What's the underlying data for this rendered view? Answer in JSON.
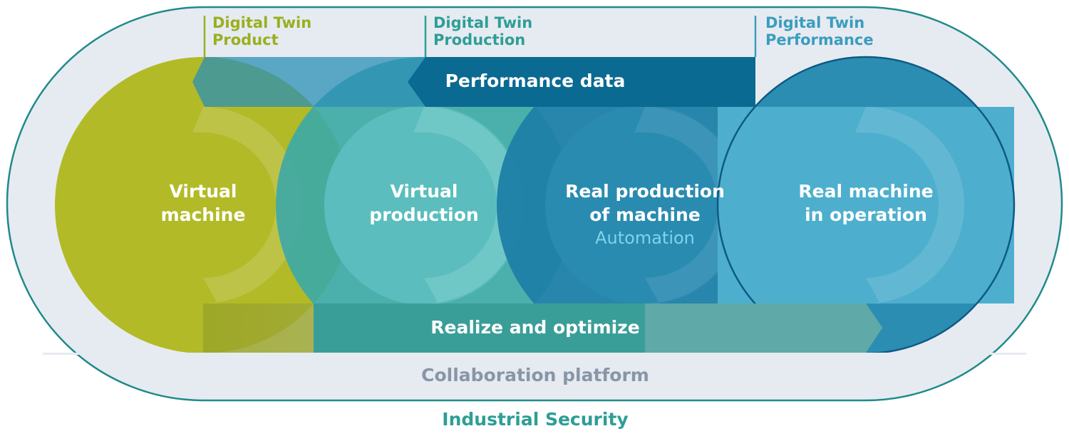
{
  "title": "Digital Twin lifecycle on a collaboration platform",
  "digital_twins": [
    {
      "line1": "Digital Twin",
      "line2": "Product",
      "color": "#9AAF1E"
    },
    {
      "line1": "Digital Twin",
      "line2": "Production",
      "color": "#2E9E96"
    },
    {
      "line1": "Digital Twin",
      "line2": "Performance",
      "color": "#3A9DBE"
    }
  ],
  "stages": [
    {
      "line1": "Virtual",
      "line2": "machine",
      "color": "#B2BA27"
    },
    {
      "line1": "Virtual",
      "line2": "production",
      "color": "#5BBDBD"
    },
    {
      "line1": "Real production",
      "line2": "of machine",
      "sub": "Automation",
      "color": "#2A8BB0"
    },
    {
      "line1": "Real machine",
      "line2": "in operation",
      "color": "#4DAFCD"
    }
  ],
  "flows": {
    "feedback": {
      "label": "Performance data",
      "direction": "left",
      "color": "#0B6A91"
    },
    "forward": {
      "label": "Realize and optimize",
      "direction": "right",
      "color": "#3A9E98"
    }
  },
  "platform": {
    "label": "Collaboration platform",
    "color": "#8896A6",
    "fill": "#E6EBF1"
  },
  "security": {
    "label": "Industrial Security",
    "color": "#2E9E96"
  }
}
